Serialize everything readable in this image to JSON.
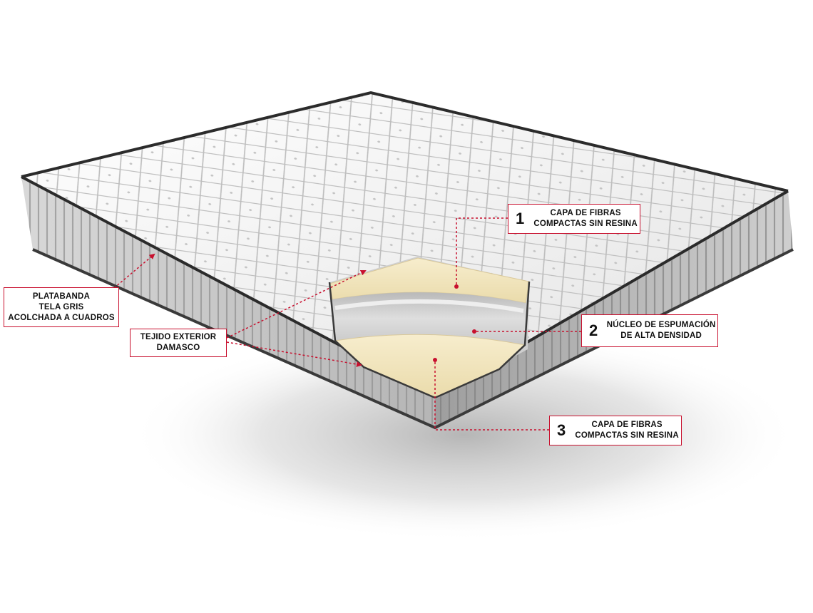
{
  "colors": {
    "accent": "#c8102e",
    "fabric_top": "#f2f2f2",
    "fabric_side": "#c9c9c9",
    "piping": "#2b2b2b",
    "fiber_layer": "#f3e7c2",
    "foam_core": "#d9d9d9"
  },
  "callouts": {
    "platabanda": {
      "lines": [
        "PLATABANDA",
        "TELA GRIS",
        "ACOLCHADA A CUADROS"
      ]
    },
    "tejido": {
      "lines": [
        "TEJIDO EXTERIOR",
        "DAMASCO"
      ]
    },
    "layer1": {
      "number": "1",
      "lines": [
        "CAPA DE FIBRAS",
        "COMPACTAS SIN RESINA"
      ]
    },
    "layer2": {
      "number": "2",
      "lines": [
        "NÚCLEO DE ESPUMACIÓN",
        "DE ALTA DENSIDAD"
      ]
    },
    "layer3": {
      "number": "3",
      "lines": [
        "CAPA DE FIBRAS",
        "COMPACTAS SIN RESINA"
      ]
    }
  }
}
